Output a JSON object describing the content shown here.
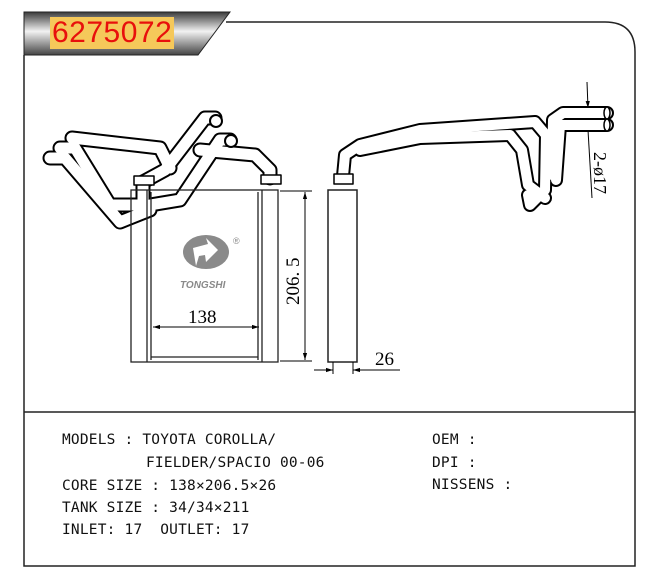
{
  "part_number": "6275072",
  "logo": {
    "brand": "TONGSHI",
    "registered": "®"
  },
  "dimensions": {
    "core_width": "138",
    "core_height": "206. 5",
    "core_depth": "26",
    "pipe_diameter": "2-ø17"
  },
  "specs": {
    "models_label": "MODELS : TOYOTA COROLLA/",
    "models_cont": "FIELDER/SPACIO 00-06",
    "core_size": "CORE SIZE : 138×206.5×26",
    "tank_size": "TANK SIZE : 34/34×211",
    "inlet_outlet": "INLET: 17  OUTLET: 17",
    "oem": "OEM :",
    "dpi": "DPI :",
    "nissens": "NISSENS :"
  },
  "colors": {
    "part_number_text": "#e8100c",
    "part_number_highlight": "#f5c85a",
    "logo": "#8a8a8a"
  }
}
